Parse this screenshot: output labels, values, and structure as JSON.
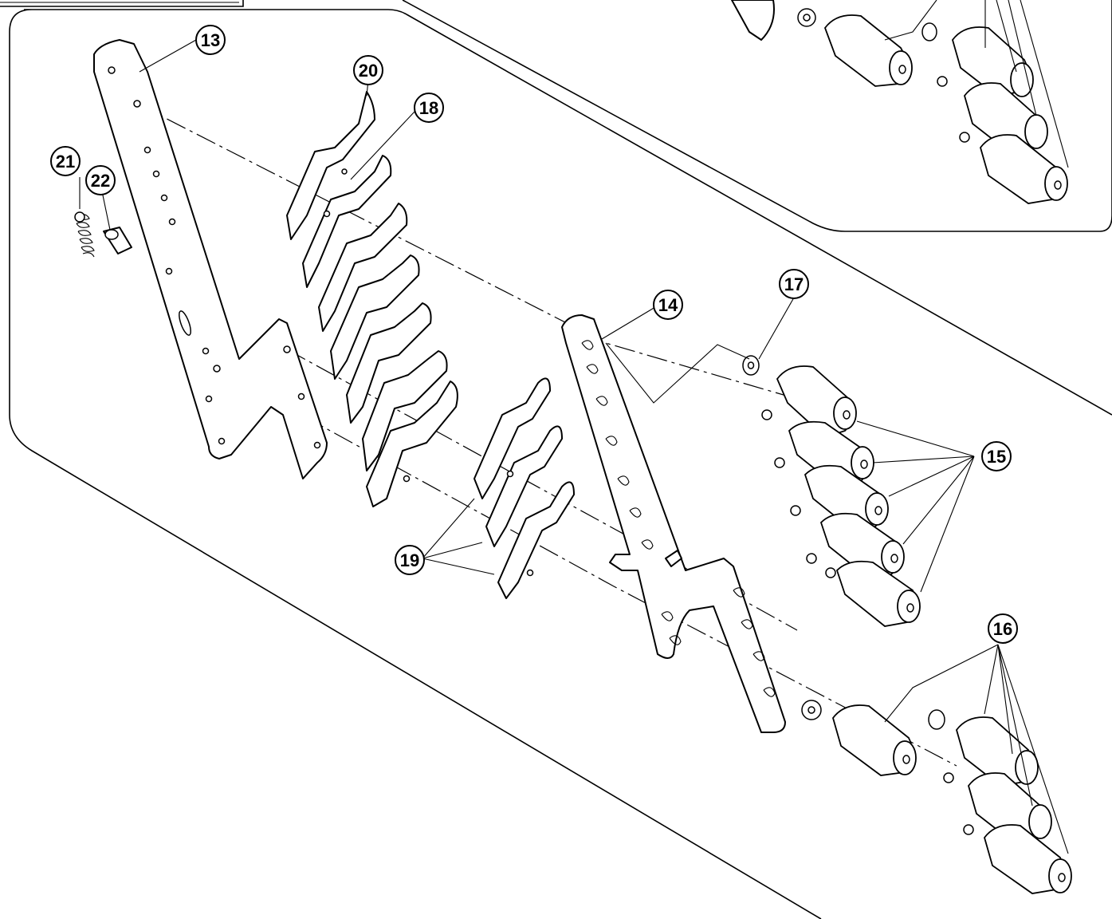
{
  "callouts": {
    "c13": "13",
    "c14": "14",
    "c15": "15",
    "c16": "16",
    "c17": "17",
    "c18": "18",
    "c19": "19",
    "c20": "20",
    "c21": "21",
    "c22": "22"
  }
}
